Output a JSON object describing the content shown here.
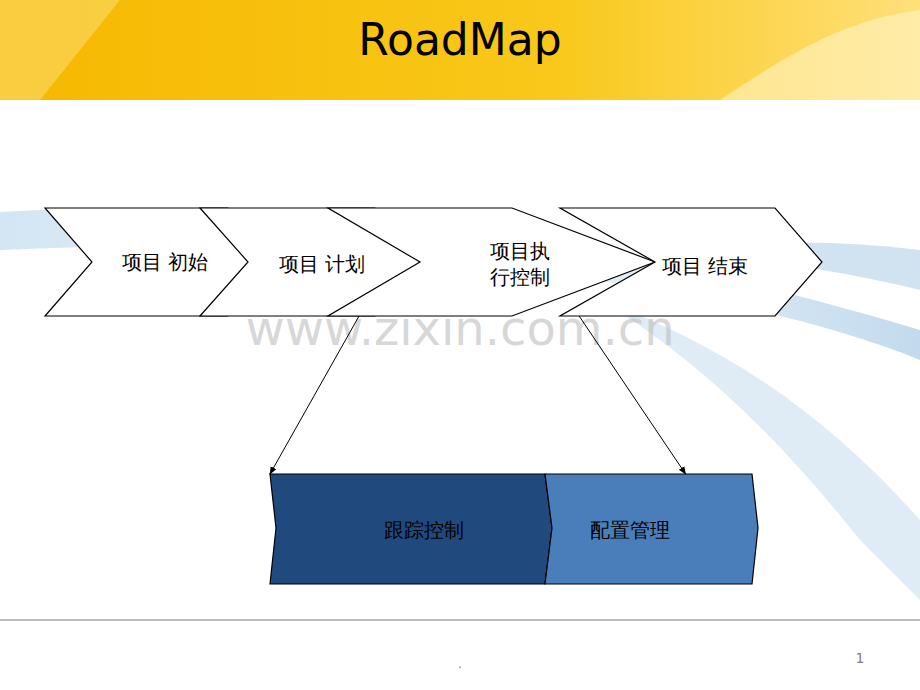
{
  "diagram": {
    "title": "RoadMap",
    "nodes": [
      {
        "text": [
          "项目 初始"
        ]
      },
      {
        "text": [
          "项目 计划"
        ]
      },
      {
        "text": [
          "项目执 行控制"
        ]
      },
      {
        "text": [
          "项目 结束"
        ]
      },
      {
        "text": [
          "跟踪控制"
        ]
      },
      {
        "text": [
          "配置管理"
        ]
      }
    ],
    "edges": [
      {
        "from": 2,
        "to": 4,
        "arrow": "to"
      },
      {
        "from": 2,
        "to": 5,
        "arrow": "to"
      }
    ],
    "labels": [
      "www.zixin.com.cn",
      ".",
      "1"
    ]
  }
}
